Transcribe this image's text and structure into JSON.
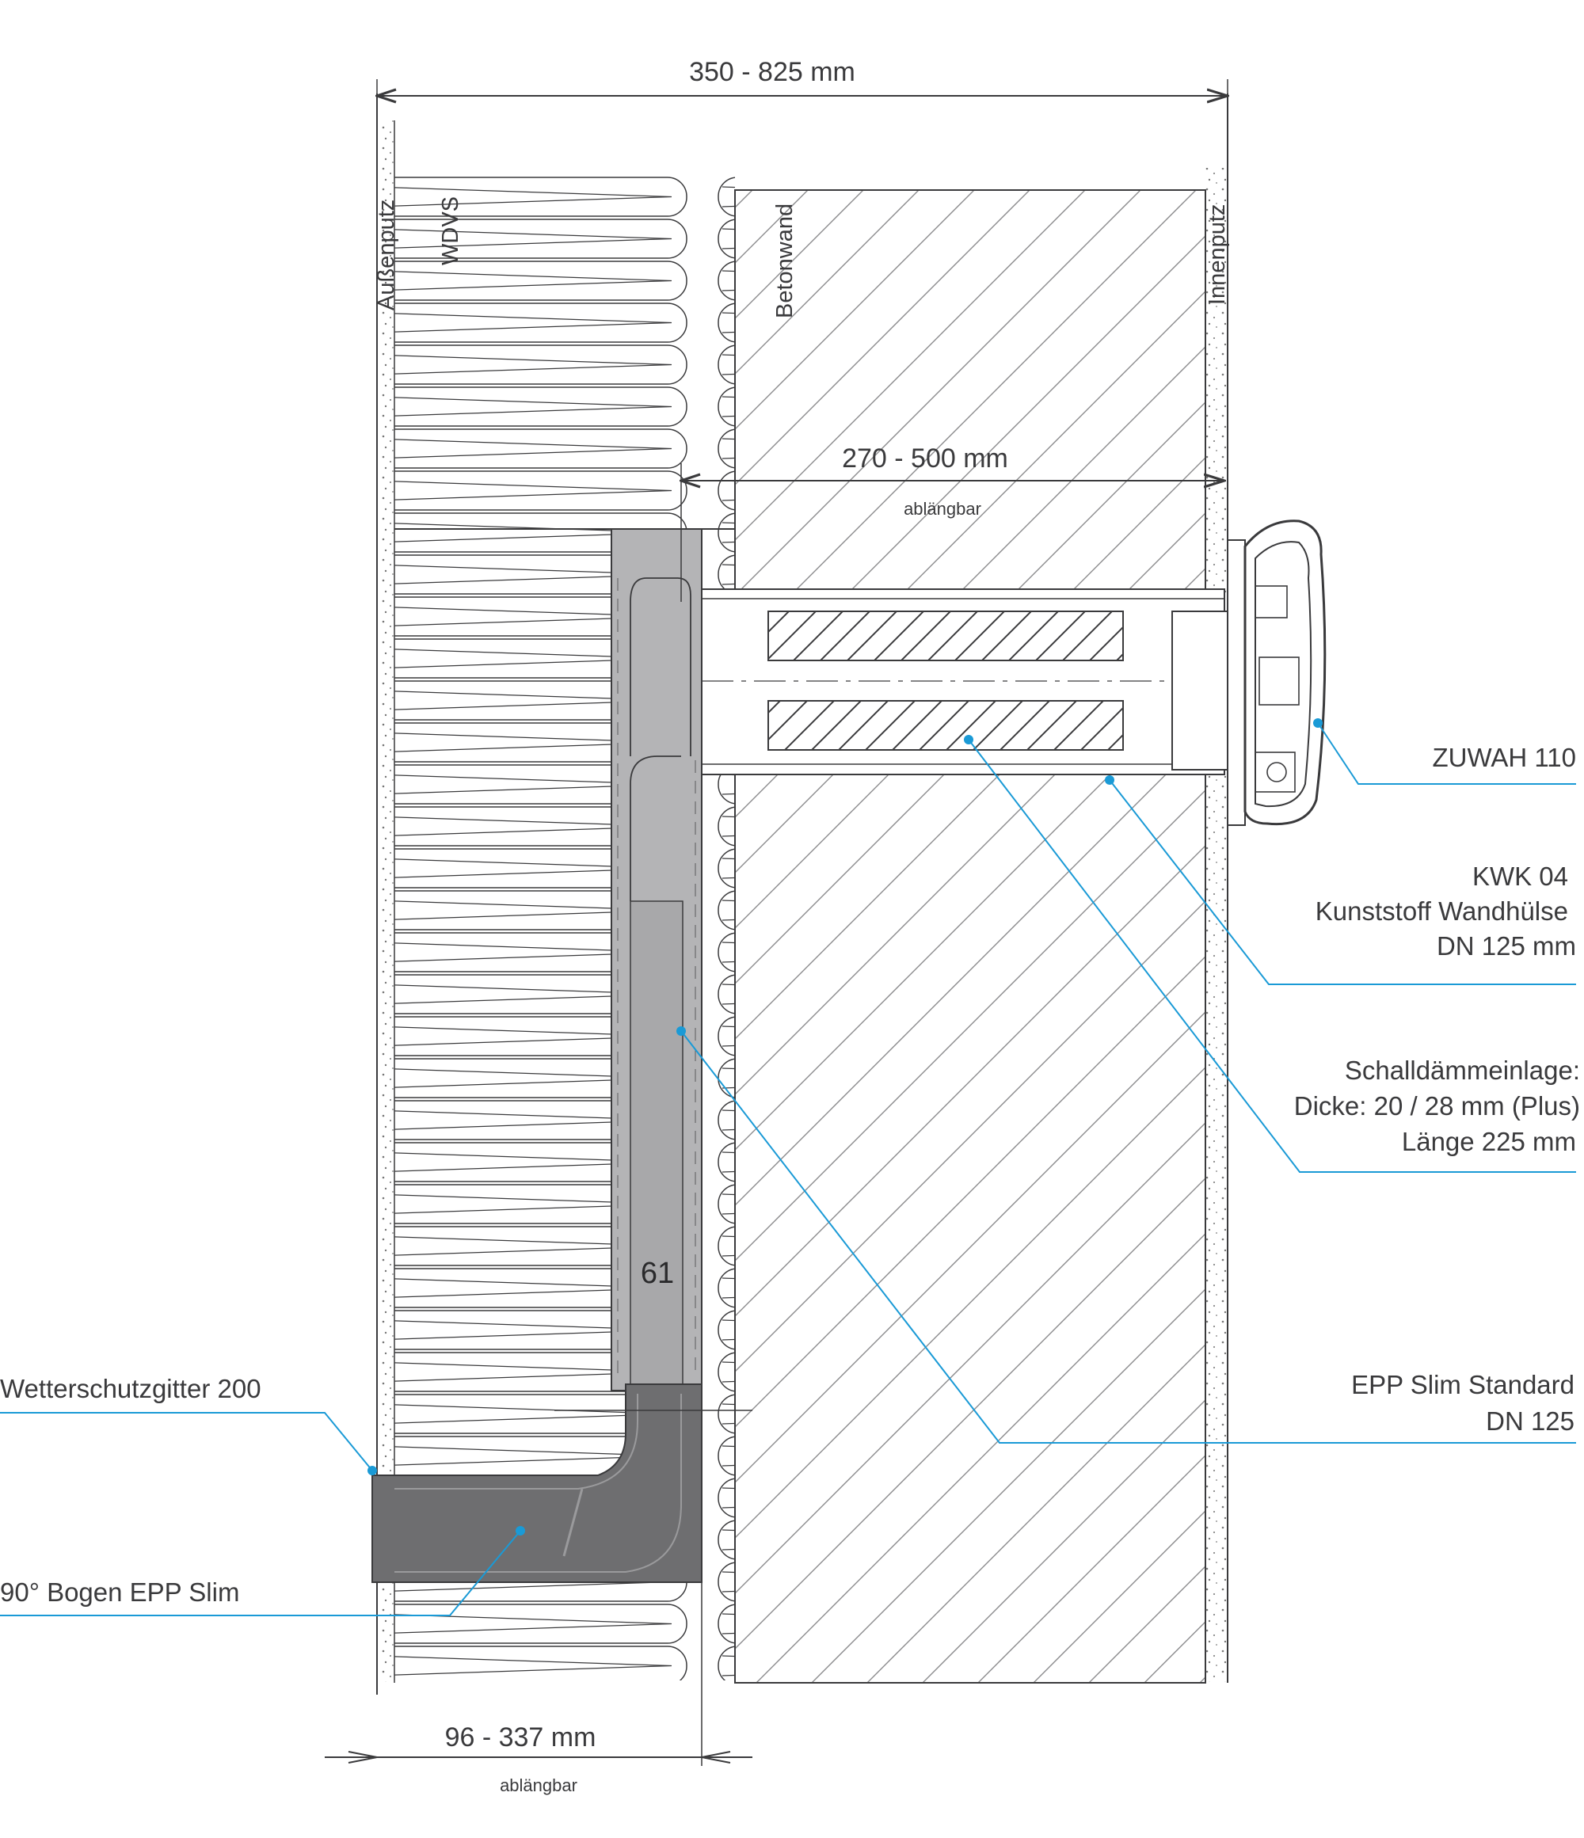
{
  "dimensions": {
    "total": "350 - 825 mm",
    "sleeve_length": "270 - 500 mm",
    "sleeve_note": "ablängbar",
    "outer_length": "96 - 337 mm",
    "outer_note": "ablängbar",
    "channel_marker": "61"
  },
  "layers": {
    "outer_plaster": "Außenputz",
    "insulation": "WDVS",
    "concrete": "Betonwand",
    "inner_plaster": "Innenputz"
  },
  "callouts": {
    "zuwah": "ZUWAH 110",
    "kwk_line1": "KWK 04",
    "kwk_line2": "Kunststoff Wandhülse",
    "kwk_line3": "DN 125 mm",
    "schall_line1": "Schalldämmeinlage:",
    "schall_line2": "Dicke: 20 / 28 mm (Plus)",
    "schall_line3": "Länge 225 mm",
    "epp_line1": "EPP Slim Standard",
    "epp_line2": "DN 125",
    "wetter": "Wetterschutzgitter 200",
    "bogen": "90° Bogen EPP Slim"
  },
  "colors": {
    "line": "#3a3a3c",
    "leader": "#1a9ad6",
    "duct_fill": "#b4b4b6",
    "elbow_fill": "#6e6e70"
  }
}
